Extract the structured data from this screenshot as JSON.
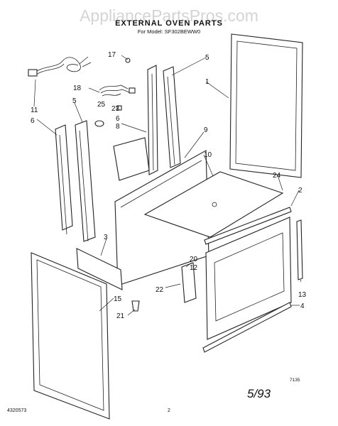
{
  "watermark": "AppliancePartsPros.com",
  "title": "EXTERNAL OVEN PARTS",
  "subtitle": "For Model: SF302BEWW0",
  "callouts": {
    "c17": "17",
    "c5a": "5",
    "c1": "1",
    "c18": "18",
    "c25": "25",
    "c23": "23",
    "c11": "11",
    "c6a": "6",
    "c5b": "5",
    "c6b": "6",
    "c8": "8",
    "c9": "9",
    "c10": "10",
    "c24": "24",
    "c2": "2",
    "c3": "3",
    "c20": "20",
    "c12": "12",
    "c15": "15",
    "c22": "22",
    "c13": "13",
    "c21": "21",
    "c4": "4"
  },
  "revision": "5/93",
  "revision_code": "7135",
  "doc_number": "4320573",
  "page_number": "2"
}
